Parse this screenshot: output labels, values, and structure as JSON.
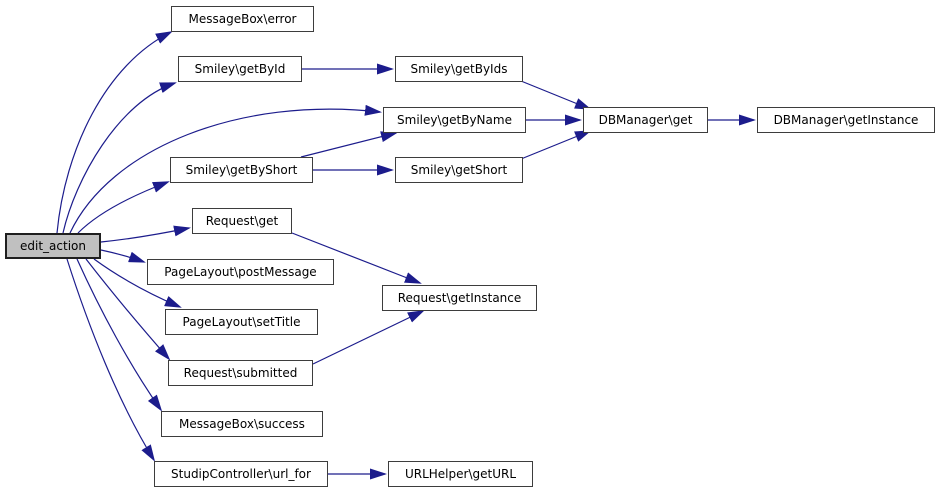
{
  "diagram": {
    "type": "call-graph",
    "root_function": "edit_action",
    "edge_color": "#1c1c8c",
    "node_border_color": "#3d3d3d",
    "node_fill": "#ffffff",
    "root_fill": "#c0c0c0",
    "nodes": [
      {
        "id": "edit_action",
        "label": "edit_action",
        "highlighted": true
      },
      {
        "id": "messagebox_error",
        "label": "MessageBox\\error",
        "highlighted": false
      },
      {
        "id": "smiley_getbyid",
        "label": "Smiley\\getById",
        "highlighted": false
      },
      {
        "id": "smiley_getbyids",
        "label": "Smiley\\getByIds",
        "highlighted": false
      },
      {
        "id": "smiley_getbyname",
        "label": "Smiley\\getByName",
        "highlighted": false
      },
      {
        "id": "dbmanager_get",
        "label": "DBManager\\get",
        "highlighted": false
      },
      {
        "id": "dbmanager_getinstance",
        "label": "DBManager\\getInstance",
        "highlighted": false
      },
      {
        "id": "smiley_getbyshort",
        "label": "Smiley\\getByShort",
        "highlighted": false
      },
      {
        "id": "smiley_getshort",
        "label": "Smiley\\getShort",
        "highlighted": false
      },
      {
        "id": "request_get",
        "label": "Request\\get",
        "highlighted": false
      },
      {
        "id": "pagelayout_postmessage",
        "label": "PageLayout\\postMessage",
        "highlighted": false
      },
      {
        "id": "request_getinstance",
        "label": "Request\\getInstance",
        "highlighted": false
      },
      {
        "id": "pagelayout_settitle",
        "label": "PageLayout\\setTitle",
        "highlighted": false
      },
      {
        "id": "request_submitted",
        "label": "Request\\submitted",
        "highlighted": false
      },
      {
        "id": "messagebox_success",
        "label": "MessageBox\\success",
        "highlighted": false
      },
      {
        "id": "studipcontroller_url_for",
        "label": "StudipController\\url_for",
        "highlighted": false
      },
      {
        "id": "urlhelper_geturl",
        "label": "URLHelper\\getURL",
        "highlighted": false
      }
    ],
    "edges": [
      {
        "from": "edit_action",
        "to": "messagebox_error"
      },
      {
        "from": "edit_action",
        "to": "smiley_getbyid"
      },
      {
        "from": "edit_action",
        "to": "smiley_getbyname"
      },
      {
        "from": "edit_action",
        "to": "smiley_getbyshort"
      },
      {
        "from": "edit_action",
        "to": "request_get"
      },
      {
        "from": "edit_action",
        "to": "pagelayout_postmessage"
      },
      {
        "from": "edit_action",
        "to": "pagelayout_settitle"
      },
      {
        "from": "edit_action",
        "to": "request_submitted"
      },
      {
        "from": "edit_action",
        "to": "messagebox_success"
      },
      {
        "from": "edit_action",
        "to": "studipcontroller_url_for"
      },
      {
        "from": "smiley_getbyid",
        "to": "smiley_getbyids"
      },
      {
        "from": "smiley_getbyids",
        "to": "dbmanager_get"
      },
      {
        "from": "smiley_getbyname",
        "to": "dbmanager_get"
      },
      {
        "from": "smiley_getbyshort",
        "to": "smiley_getbyname"
      },
      {
        "from": "smiley_getbyshort",
        "to": "smiley_getshort"
      },
      {
        "from": "smiley_getshort",
        "to": "dbmanager_get"
      },
      {
        "from": "dbmanager_get",
        "to": "dbmanager_getinstance"
      },
      {
        "from": "request_get",
        "to": "request_getinstance"
      },
      {
        "from": "request_submitted",
        "to": "request_getinstance"
      },
      {
        "from": "studipcontroller_url_for",
        "to": "urlhelper_geturl"
      }
    ]
  }
}
